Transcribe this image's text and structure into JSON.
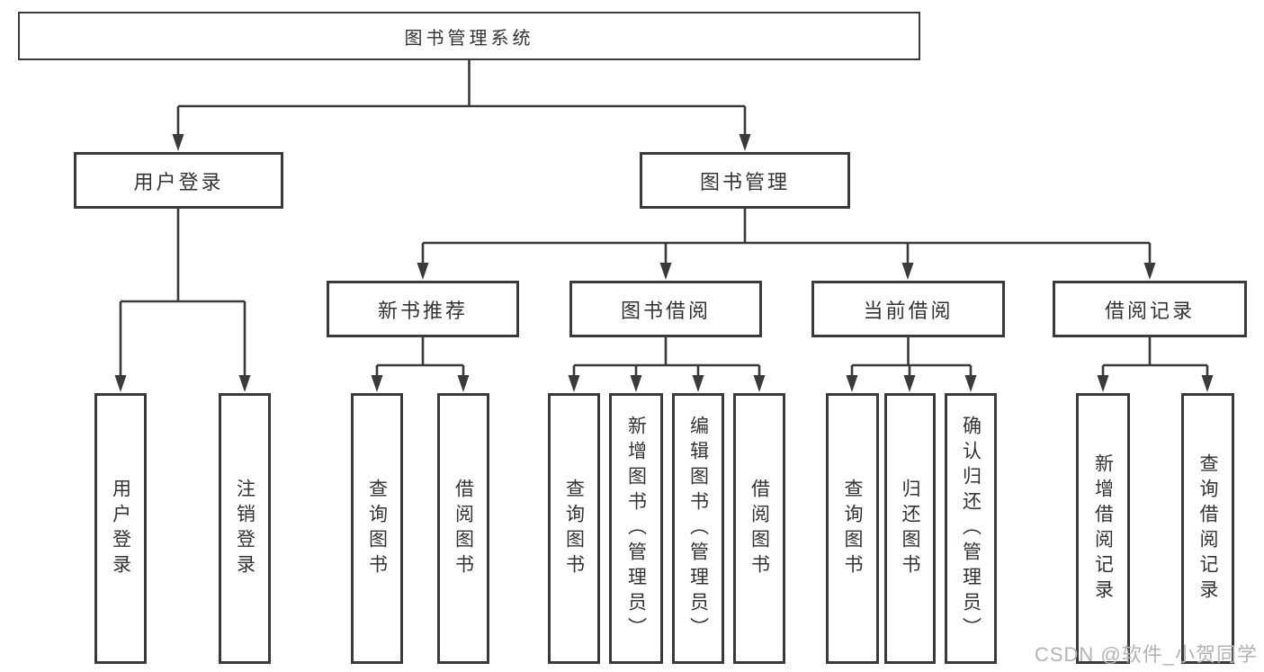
{
  "diagram": {
    "title": "图书管理系统",
    "branches": {
      "user": {
        "label": "用户登录",
        "children": [
          "用户登录",
          "注销登录"
        ]
      },
      "book": {
        "label": "图书管理"
      }
    },
    "sections": [
      {
        "label": "新书推荐",
        "children": [
          "查询图书",
          "借阅图书"
        ]
      },
      {
        "label": "图书借阅",
        "children": [
          "查询图书",
          "新增图书（管理员）",
          "编辑图书（管理员）",
          "借阅图书"
        ]
      },
      {
        "label": "当前借阅",
        "children": [
          "查询图书",
          "归还图书",
          "确认归还（管理员）"
        ]
      },
      {
        "label": "借阅记录",
        "children": [
          "新增借阅记录",
          "查询借阅记录"
        ]
      }
    ],
    "watermark": "CSDN @软件_小贺同学",
    "colors": {
      "line": "#3a3a3a",
      "text": "#333333",
      "watermark": "#b3b3b3",
      "background": "#ffffff"
    }
  }
}
